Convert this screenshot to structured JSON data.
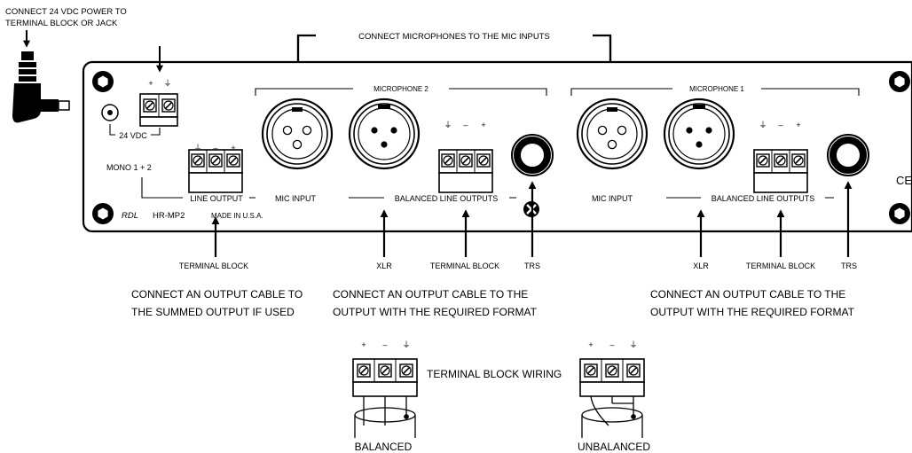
{
  "callouts": {
    "power_line1": "CONNECT 24 VDC POWER TO",
    "power_line2": "TERMINAL BLOCK OR JACK",
    "mics": "CONNECT MICROPHONES TO THE MIC INPUTS",
    "summed_line1": "CONNECT AN OUTPUT CABLE TO",
    "summed_line2": "THE SUMMED OUTPUT IF USED",
    "mic2_line1": "CONNECT AN OUTPUT CABLE TO THE",
    "mic2_line2": "OUTPUT WITH THE REQUIRED FORMAT",
    "mic1_line1": "CONNECT AN OUTPUT CABLE TO THE",
    "mic1_line2": "OUTPUT WITH THE REQUIRED FORMAT"
  },
  "panel": {
    "brand": "RDL",
    "model": "HR-MP2",
    "made_in": "MADE IN U.S.A.",
    "ce_mark": "CE",
    "power_terminal_polarity": [
      "+",
      "⏚"
    ],
    "power_label": "24 VDC",
    "mono_label": "MONO 1 + 2",
    "line_output_polarity": [
      "⏚",
      "–",
      "+"
    ],
    "line_output_label": "LINE OUTPUT",
    "mic2_section": {
      "title": "MICROPHONE 2",
      "mic_input_label": "MIC INPUT",
      "terminal_polarity": [
        "⏚",
        "–",
        "+"
      ],
      "balanced_outputs_label": "BALANCED LINE OUTPUTS"
    },
    "mic1_section": {
      "title": "MICROPHONE 1",
      "mic_input_label": "MIC INPUT",
      "terminal_polarity": [
        "⏚",
        "–",
        "+"
      ],
      "balanced_outputs_label": "BALANCED LINE OUTPUTS"
    }
  },
  "connector_labels": {
    "summed_terminal": "TERMINAL BLOCK",
    "mic2_xlr": "XLR",
    "mic2_terminal": "TERMINAL BLOCK",
    "mic2_trs": "TRS",
    "mic1_xlr": "XLR",
    "mic1_terminal": "TERMINAL BLOCK",
    "mic1_trs": "TRS"
  },
  "wiring": {
    "title": "TERMINAL BLOCK WIRING",
    "balanced_polarity": [
      "+",
      "–",
      "⏚"
    ],
    "balanced_label": "BALANCED",
    "unbalanced_polarity": [
      "+",
      "–",
      "⏚"
    ],
    "unbalanced_label": "UNBALANCED"
  }
}
